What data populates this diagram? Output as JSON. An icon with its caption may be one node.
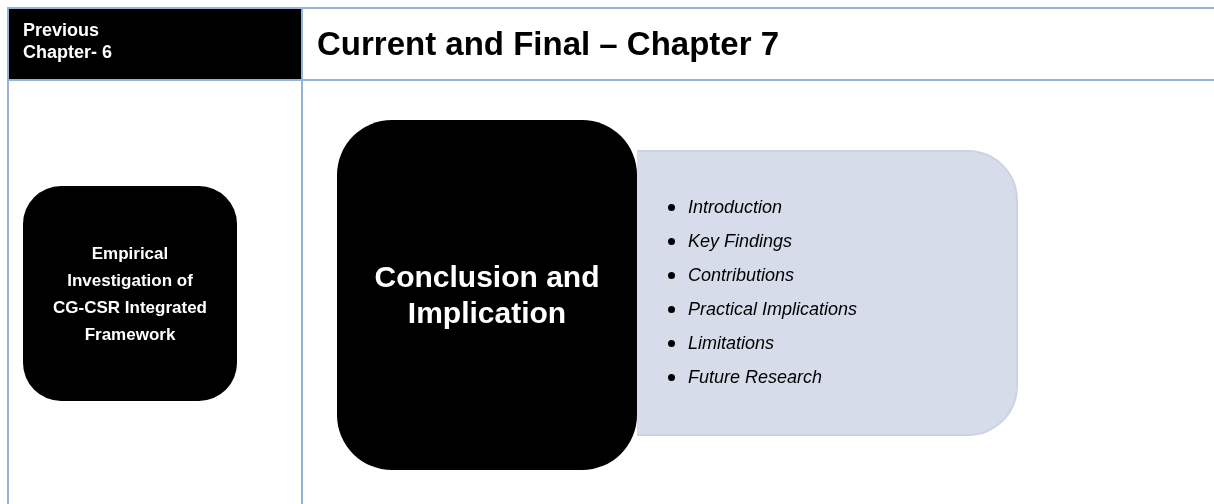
{
  "diagram": {
    "nodes": [
      {
        "text": [
          "Empirical Investigation of CG-CSR Integrated Framework"
        ]
      },
      {
        "text": [
          "Conclusion and Implication"
        ]
      },
      {
        "text": [
          "Introduction",
          "Key Findings",
          "Contributions",
          "Practical Implications",
          "Limitations",
          "Future Research"
        ]
      }
    ],
    "edges": [],
    "labels": [
      "Previous Chapter- 6",
      "Current and Final – Chapter 7"
    ]
  }
}
